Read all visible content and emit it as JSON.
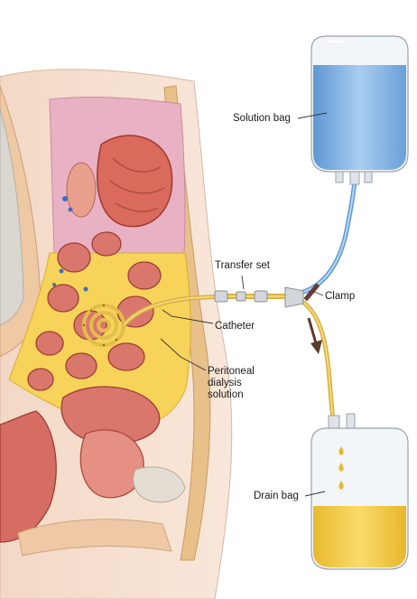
{
  "labels": {
    "solution_bag": "Solution bag",
    "transfer_set": "Transfer set",
    "clamp": "Clamp",
    "catheter": "Catheter",
    "peritoneal_line1": "Peritoneal",
    "peritoneal_line2": "dialysis",
    "peritoneal_line3": "solution",
    "drain_bag": "Drain bag"
  },
  "colors": {
    "solution_fluid": "#7fb3e3",
    "drain_fluid": "#f2cf45",
    "tube_yellow": "#e6c24f",
    "tube_blue": "#6ba6d8",
    "tissue_pink": "#e8a7a7",
    "abdomen_yellow": "#f7d35a",
    "skin": "#f5dccb",
    "clamp": "#6b3b33",
    "arrow": "#5a3a2a"
  }
}
